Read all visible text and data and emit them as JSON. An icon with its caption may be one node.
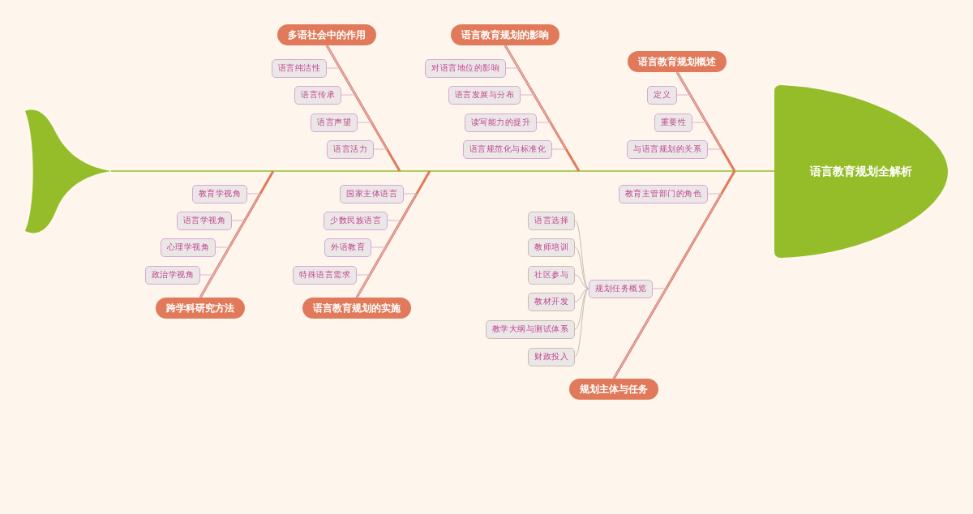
{
  "diagram": {
    "nodes": [
      {
        "text": [
          "语言教育规划全解析"
        ]
      },
      {
        "text": [],
        "shape": "tail"
      },
      {
        "text": [
          "多语社会中的作用"
        ]
      },
      {
        "text": [
          "语言纯洁性"
        ]
      },
      {
        "text": [
          "语言传承"
        ]
      },
      {
        "text": [
          "语言声望"
        ]
      },
      {
        "text": [
          "语言活力"
        ]
      },
      {
        "text": [
          "语言教育规划的影响"
        ]
      },
      {
        "text": [
          "对语言地位的影响"
        ]
      },
      {
        "text": [
          "语言发展与分布"
        ]
      },
      {
        "text": [
          "读写能力的提升"
        ]
      },
      {
        "text": [
          "语言规范化与标准化"
        ]
      },
      {
        "text": [
          "语言教育规划概述"
        ]
      },
      {
        "text": [
          "定义"
        ]
      },
      {
        "text": [
          "重要性"
        ]
      },
      {
        "text": [
          "与语言规划的关系"
        ]
      },
      {
        "text": [
          "跨学科研究方法"
        ]
      },
      {
        "text": [
          "教育学视角"
        ]
      },
      {
        "text": [
          "语言学视角"
        ]
      },
      {
        "text": [
          "心理学视角"
        ]
      },
      {
        "text": [
          "政治学视角"
        ]
      },
      {
        "text": [
          "语言教育规划的实施"
        ]
      },
      {
        "text": [
          "国家主体语言"
        ]
      },
      {
        "text": [
          "少数民族语言"
        ]
      },
      {
        "text": [
          "外语教育"
        ]
      },
      {
        "text": [
          "特殊语言需求"
        ]
      },
      {
        "text": [
          "规划主体与任务"
        ]
      },
      {
        "text": [
          "教育主管部门的角色"
        ]
      },
      {
        "text": [
          "规划任务概览"
        ]
      },
      {
        "text": [
          "语言选择"
        ]
      },
      {
        "text": [
          "教师培训"
        ]
      },
      {
        "text": [
          "社区参与"
        ]
      },
      {
        "text": [
          "教材开发"
        ]
      },
      {
        "text": [
          "教学大纲与测试体系"
        ]
      },
      {
        "text": [
          "财政投入"
        ]
      }
    ],
    "edges": [
      {
        "from": 1,
        "to": 0,
        "arrow": "none",
        "color": "#95bd2a"
      },
      {
        "from": 2,
        "to": null,
        "arrow": "none",
        "style": "thick",
        "color": "#e07a5a"
      },
      {
        "from": 7,
        "to": null,
        "arrow": "none",
        "style": "thick",
        "color": "#e07a5a"
      },
      {
        "from": 12,
        "to": null,
        "arrow": "none",
        "style": "thick",
        "color": "#e07a5a"
      },
      {
        "from": 16,
        "to": null,
        "arrow": "none",
        "style": "thick",
        "color": "#e07a5a"
      },
      {
        "from": 21,
        "to": null,
        "arrow": "none",
        "style": "thick",
        "color": "#e07a5a"
      },
      {
        "from": 26,
        "to": null,
        "arrow": "none",
        "style": "thick",
        "color": "#e07a5a"
      },
      {
        "from": 3,
        "to": 2,
        "arrow": "none"
      },
      {
        "from": 4,
        "to": 2,
        "arrow": "none"
      },
      {
        "from": 5,
        "to": 2,
        "arrow": "none"
      },
      {
        "from": 6,
        "to": 2,
        "arrow": "none"
      },
      {
        "from": 8,
        "to": 7,
        "arrow": "none"
      },
      {
        "from": 9,
        "to": 7,
        "arrow": "none"
      },
      {
        "from": 10,
        "to": 7,
        "arrow": "none"
      },
      {
        "from": 11,
        "to": 7,
        "arrow": "none"
      },
      {
        "from": 13,
        "to": 12,
        "arrow": "none"
      },
      {
        "from": 14,
        "to": 12,
        "arrow": "none"
      },
      {
        "from": 15,
        "to": 12,
        "arrow": "none"
      },
      {
        "from": 17,
        "to": 16,
        "arrow": "none"
      },
      {
        "from": 18,
        "to": 16,
        "arrow": "none"
      },
      {
        "from": 19,
        "to": 16,
        "arrow": "none"
      },
      {
        "from": 20,
        "to": 16,
        "arrow": "none"
      },
      {
        "from": 22,
        "to": 21,
        "arrow": "none"
      },
      {
        "from": 23,
        "to": 21,
        "arrow": "none"
      },
      {
        "from": 24,
        "to": 21,
        "arrow": "none"
      },
      {
        "from": 25,
        "to": 21,
        "arrow": "none"
      },
      {
        "from": 27,
        "to": 26,
        "arrow": "none"
      },
      {
        "from": 28,
        "to": 26,
        "arrow": "none"
      },
      {
        "from": 29,
        "to": 28,
        "arrow": "none",
        "color": "#c9bcb2"
      },
      {
        "from": 30,
        "to": 28,
        "arrow": "none",
        "color": "#c9bcb2"
      },
      {
        "from": 31,
        "to": 28,
        "arrow": "none",
        "color": "#c9bcb2"
      },
      {
        "from": 32,
        "to": 28,
        "arrow": "none",
        "color": "#c9bcb2"
      },
      {
        "from": 33,
        "to": 28,
        "arrow": "none",
        "color": "#c9bcb2"
      },
      {
        "from": 34,
        "to": 28,
        "arrow": "none",
        "color": "#c9bcb2"
      }
    ]
  }
}
